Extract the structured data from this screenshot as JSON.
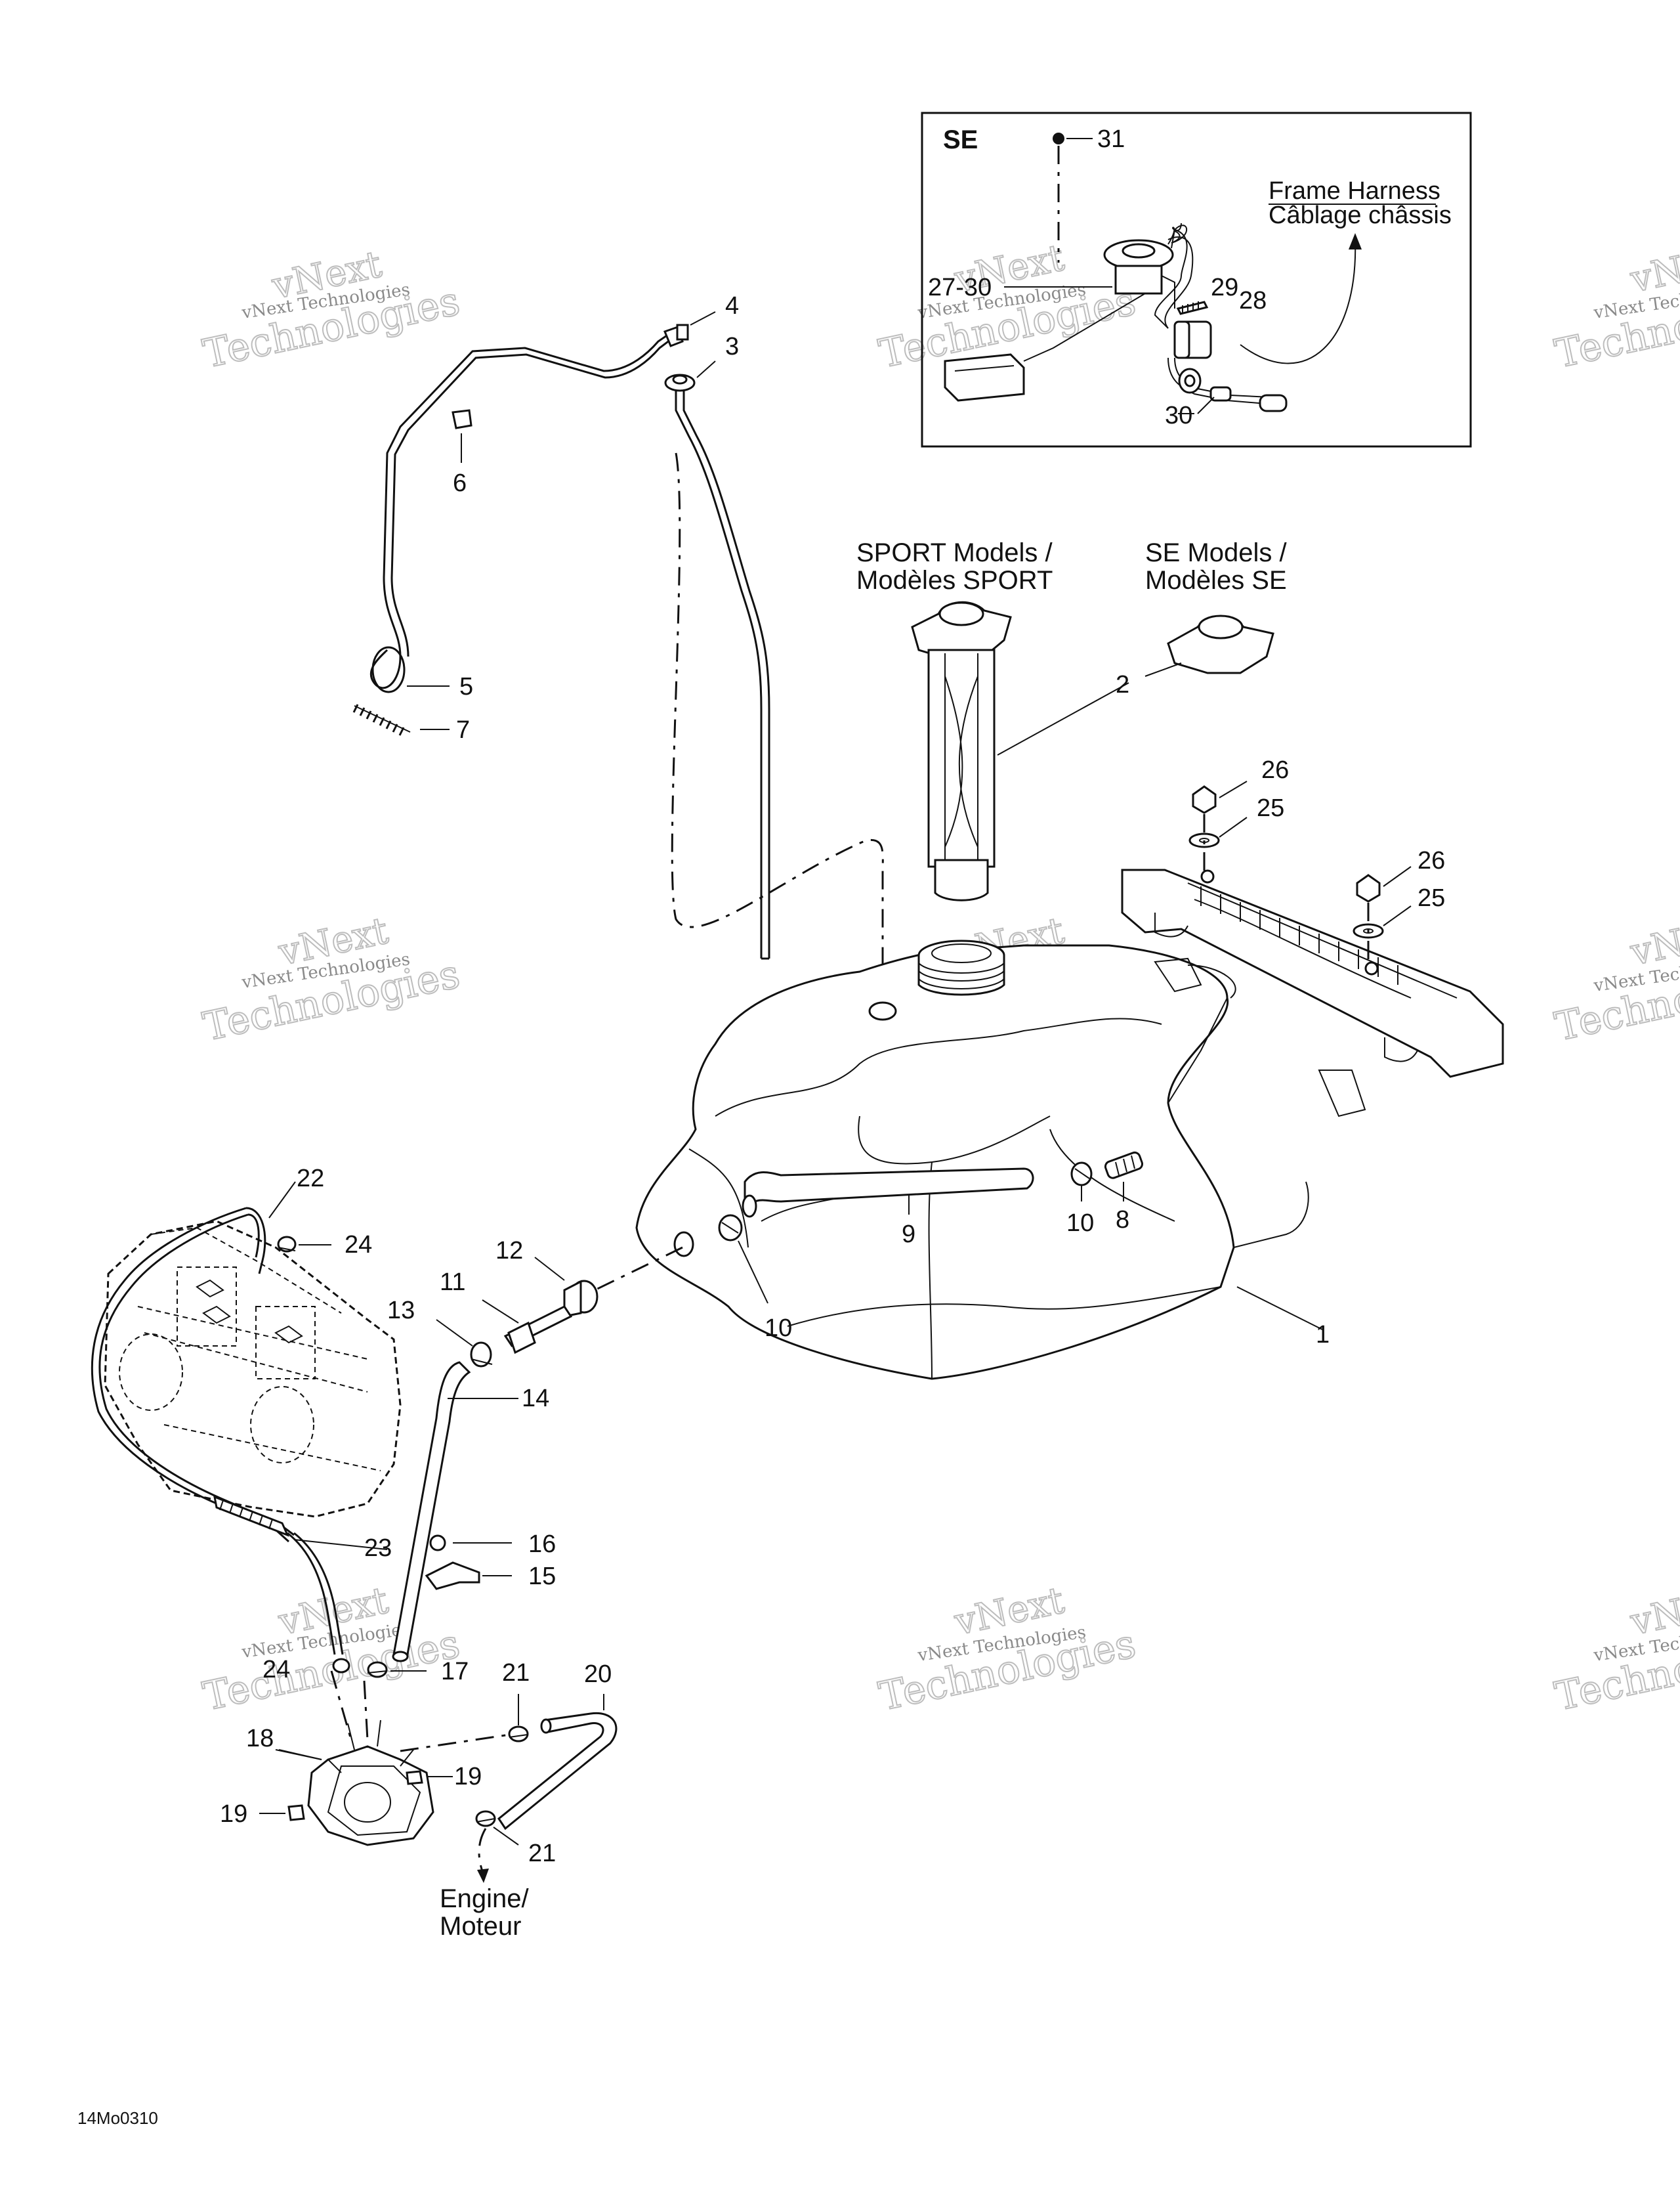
{
  "figure_code": "14Mo0310",
  "watermark": {
    "line1": "vNext",
    "line2": "Technologies",
    "small": "vNext Technologies"
  },
  "inset": {
    "title": "SE",
    "harness_en": "Frame Harness",
    "harness_fr": "Câblage châssis"
  },
  "captions": {
    "sport_1": "SPORT Models /",
    "sport_2": "Modèles SPORT",
    "se_1": "SE Models /",
    "se_2": "Modèles SE",
    "engine_1": "Engine/",
    "engine_2": "Moteur"
  },
  "callouts": {
    "c1": "1",
    "c2": "2",
    "c3": "3",
    "c4": "4",
    "c5": "5",
    "c6": "6",
    "c7": "7",
    "c8": "8",
    "c9": "9",
    "c10a": "10",
    "c10b": "10",
    "c11": "11",
    "c12": "12",
    "c13": "13",
    "c14": "14",
    "c15": "15",
    "c16": "16",
    "c17": "17",
    "c18": "18",
    "c19a": "19",
    "c19b": "19",
    "c20": "20",
    "c21a": "21",
    "c21b": "21",
    "c22": "22",
    "c23": "23",
    "c24a": "24",
    "c24b": "24",
    "c25a": "25",
    "c25b": "25",
    "c26a": "26",
    "c26b": "26",
    "c27_30": "27-30",
    "c28": "28",
    "c29": "29",
    "c30": "30",
    "c31": "31"
  }
}
